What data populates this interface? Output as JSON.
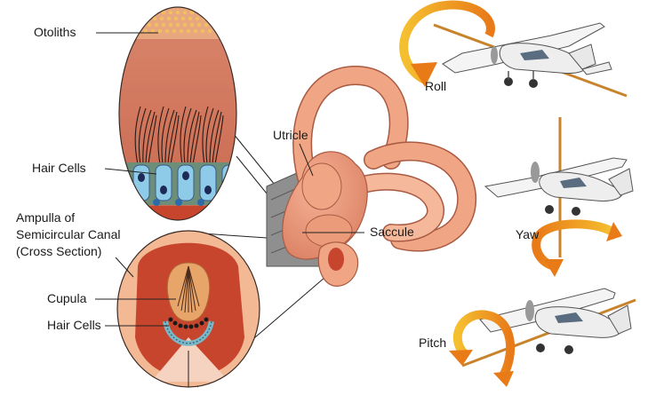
{
  "labels": {
    "otoliths": "Otoliths",
    "hair_cells_top": "Hair Cells",
    "ampulla_line1": "Ampulla of",
    "ampulla_line2": "Semicircular Canal",
    "ampulla_line3": "(Cross Section)",
    "cupula": "Cupula",
    "hair_cells_bottom": "Hair Cells",
    "utricle": "Utricle",
    "saccule": "Saccule",
    "roll": "Roll",
    "yaw": "Yaw",
    "pitch": "Pitch"
  },
  "colors": {
    "flesh": "#e8957a",
    "flesh_dark": "#c9604a",
    "ampulla_red": "#c8452d",
    "cupula": "#e8a56a",
    "hair_cell_blue": "#8ecbe8",
    "hair_cell_band": "#6d8f7a",
    "otolith": "#f0c060",
    "arrow_orange": "#f0a020",
    "aircraft_white": "#f4f4f4",
    "aircraft_axis": "#d08a30"
  }
}
